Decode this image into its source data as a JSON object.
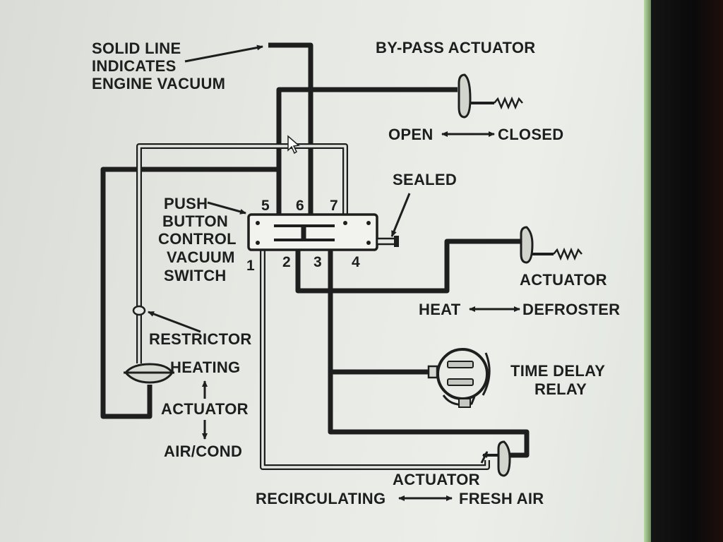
{
  "labels": {
    "solid_line_1": "SOLID LINE",
    "solid_line_2": "INDICATES",
    "solid_line_3": "ENGINE VACUUM",
    "bypass_actuator": "BY-PASS ACTUATOR",
    "open": "OPEN",
    "closed": "CLOSED",
    "sealed": "SEALED",
    "push_1": "PUSH",
    "push_2": "BUTTON",
    "push_3": "CONTROL",
    "push_4": "VACUUM",
    "push_5": "SWITCH",
    "actuator_heat": "ACTUATOR",
    "heat": "HEAT",
    "defroster": "DEFROSTER",
    "time_delay_1": "TIME DELAY",
    "time_delay_2": "RELAY",
    "restrictor": "RESTRICTOR",
    "heating": "HEATING",
    "actuator_air": "ACTUATOR",
    "air_cond": "AIR/COND",
    "actuator_recirc": "ACTUATOR",
    "recirculating": "RECIRCULATING",
    "fresh_air": "FRESH AIR"
  },
  "ports": [
    "5",
    "6",
    "7",
    "1",
    "2",
    "3",
    "4"
  ],
  "colors": {
    "ink": "#1e1e1e",
    "paper": "#e6e8e3",
    "switch_body": "#f2f2ee"
  }
}
